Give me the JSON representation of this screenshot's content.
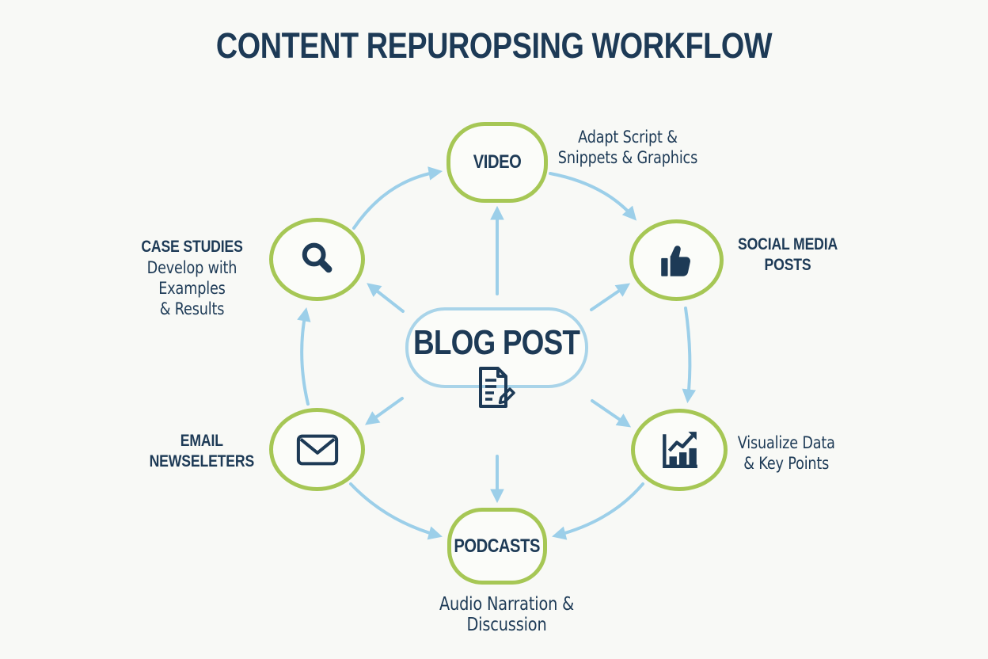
{
  "title": "CONTENT REPUROPSING WORKFLOW",
  "colors": {
    "navy": "#1d3a56",
    "green": "#a6c755",
    "arrow_blue": "#9ccfe9",
    "center_border": "#a9d4e9",
    "background": "#f8f9f6"
  },
  "nodes": {
    "blog_post": {
      "label": "BLOG POST",
      "icon": "document-pencil-icon"
    },
    "video": {
      "label": "VIDEO"
    },
    "social_media": {
      "icon": "thumbs-up-icon"
    },
    "visualize": {
      "icon": "bar-chart-icon"
    },
    "podcasts": {
      "label": "PODCASTS"
    },
    "email": {
      "icon": "envelope-icon"
    },
    "case_studies": {
      "icon": "search-icon"
    }
  },
  "labels": {
    "video_note": {
      "line1": "Adapt Script &",
      "line2": "Snippets & Graphics"
    },
    "social": {
      "line1": "SOCIAL MEDIA",
      "line2": "POSTS"
    },
    "visualize": {
      "line1": "Visualize Data",
      "line2": "& Key Points"
    },
    "email": {
      "line1": "EMAIL",
      "line2": "NEWSELETERS"
    },
    "case_studies": {
      "line1": "CASE STUDIES",
      "line2": "Develop with Examples",
      "line3": "& Results"
    },
    "podcasts_note": "Audio Narration & Discussion"
  },
  "edges": [
    {
      "from": "blog-post",
      "to": "video"
    },
    {
      "from": "blog-post",
      "to": "case-studies"
    },
    {
      "from": "blog-post",
      "to": "social-media"
    },
    {
      "from": "blog-post",
      "to": "email-newsletters"
    },
    {
      "from": "blog-post",
      "to": "visualize-data"
    },
    {
      "from": "blog-post",
      "to": "podcasts"
    },
    {
      "from": "email-newsletters",
      "to": "case-studies"
    },
    {
      "from": "case-studies",
      "to": "video"
    },
    {
      "from": "video",
      "to": "social-media"
    },
    {
      "from": "social-media",
      "to": "visualize-data"
    },
    {
      "from": "visualize-data",
      "to": "podcasts"
    },
    {
      "from": "email-newsletters",
      "to": "podcasts"
    }
  ]
}
